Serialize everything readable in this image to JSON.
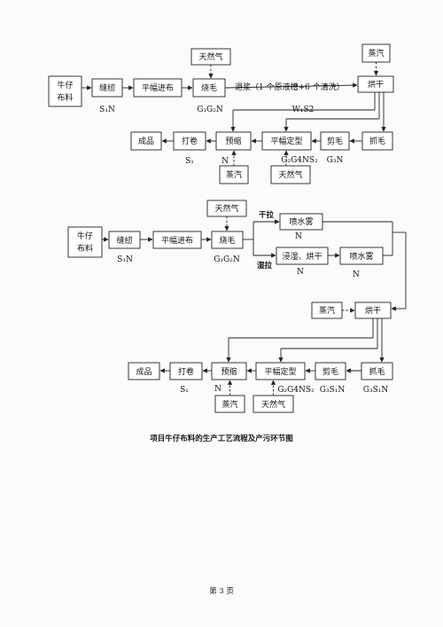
{
  "diagram1": {
    "boxes": {
      "raw": [
        "牛仔",
        "布料"
      ],
      "sew": "缝纫",
      "feed": "平幅进布",
      "singe": "烧毛",
      "gas_top": "天然气",
      "steam_top": "蒸汽",
      "dry": "烘干",
      "brush": "抓毛",
      "shear": "剪毛",
      "setting": "平幅定型",
      "preshrink": "预缩",
      "roll": "打卷",
      "product": "成品",
      "steam_bottom": "蒸汽",
      "gas_bottom": "天然气"
    },
    "labels": {
      "desize": "退浆（1 个原液槽+6 个清洗）",
      "s1n": "S₁N",
      "g1g2n": "G₁G₂N",
      "w1s2": "W₁S2",
      "n_preshrink": "N",
      "setting_out": "G₂G4NS₂",
      "g3n": "G₃N",
      "s1": "S₁"
    }
  },
  "diagram2": {
    "boxes": {
      "raw": [
        "牛仔",
        "布料"
      ],
      "sew": "缝纫",
      "feed": "平幅进布",
      "singe": "烧毛",
      "gas_top": "天然气",
      "spray1": "喷水雾",
      "soak": "浸湿、烘干",
      "spray2": "喷水雾",
      "steam_mid": "蒸汽",
      "dry": "烘干",
      "brush": "抓毛",
      "shear": "剪毛",
      "setting": "平幅定型",
      "preshrink": "预缩",
      "roll": "打卷",
      "product": "成品",
      "steam_bottom": "蒸汽",
      "gas_bottom": "天然气"
    },
    "labels": {
      "dry_pull": "干拉",
      "wet_pull": "湿拉",
      "n_spray1": "N",
      "n_soak": "N",
      "n_spray2": "N",
      "s1n": "S₁N",
      "g1g2n": "G₁G₂N",
      "n_preshrink": "N",
      "setting_out": "G₂G4NS₂",
      "shear_out": "G₃S₁N",
      "brush_out": "G₃S₁N",
      "s1": "S₁"
    }
  },
  "caption": "项目牛仔布料的生产工艺流程及产污环节图",
  "page_number": "第 3 页"
}
